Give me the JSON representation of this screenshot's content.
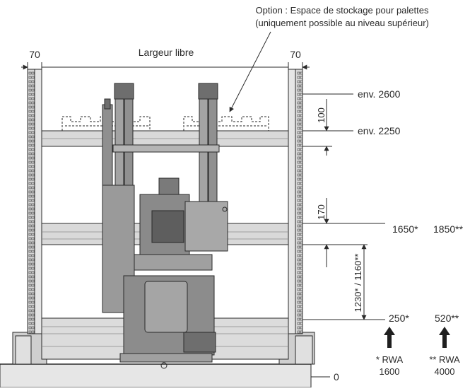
{
  "annotations": {
    "option_line1": "Option : Espace de stockage pour palettes",
    "option_line2": "(uniquement possible au niveau supérieur)",
    "free_width": "Largeur libre",
    "side_left": "70",
    "side_right": "70"
  },
  "dimensions": {
    "top_height": "env. 2600",
    "upper_beam": "env. 2250",
    "gap_upper": "100",
    "gap_middle": "170",
    "middle_a": "1650*",
    "middle_b": "1850**",
    "lower_range": "1230* / 1160**",
    "bottom_a": "250*",
    "bottom_b": "520**",
    "floor": "0"
  },
  "legend": {
    "rwa1_line1": "* RWA",
    "rwa1_line2": "1600",
    "rwa2_line1": "** RWA",
    "rwa2_line2": "4000"
  },
  "colors": {
    "line": "#2a2a2a",
    "machine_fill": "#9a9a9a",
    "machine_dark": "#6e6e6e",
    "beam_fill": "#d9d9d9",
    "floor_fill": "#e6e6e6",
    "post_fill": "#cfcfcf"
  }
}
